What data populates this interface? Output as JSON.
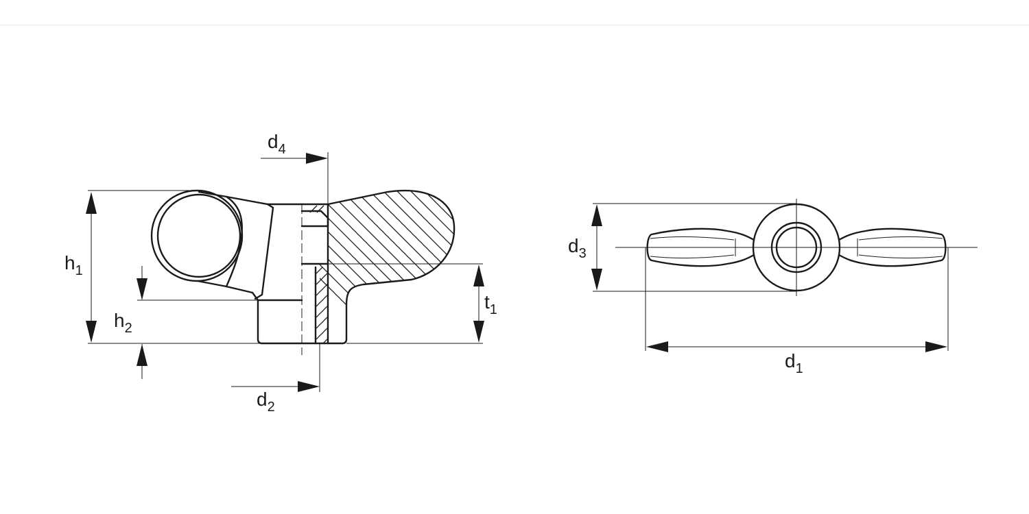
{
  "labels": {
    "d4": {
      "main": "d",
      "sub": "4"
    },
    "h1": {
      "main": "h",
      "sub": "1"
    },
    "h2": {
      "main": "h",
      "sub": "2"
    },
    "t1": {
      "main": "t",
      "sub": "1"
    },
    "d2": {
      "main": "d",
      "sub": "2"
    },
    "d3": {
      "main": "d",
      "sub": "3"
    },
    "d1": {
      "main": "d",
      "sub": "1"
    }
  }
}
